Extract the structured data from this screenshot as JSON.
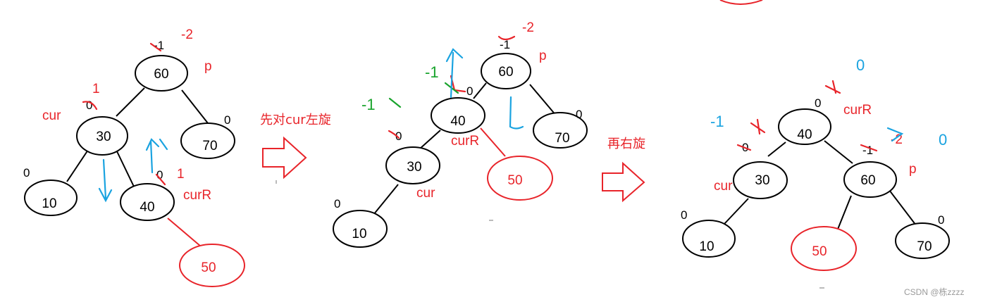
{
  "diagram1": {
    "nodes": {
      "n60": "60",
      "n30": "30",
      "n70": "70",
      "n10": "10",
      "n40": "40",
      "n50": "50"
    },
    "balance": {
      "n60": "-1",
      "n30": "0",
      "n70": "0",
      "n10": "0",
      "n40": "0"
    },
    "labels": {
      "cur": "cur",
      "curR": "curR",
      "p": "p"
    },
    "annotations": {
      "n60_new": "-2",
      "n30_new": "1",
      "n40_new": "1"
    }
  },
  "step1": {
    "text": "先对cur左旋"
  },
  "diagram2": {
    "nodes": {
      "n60": "60",
      "n40": "40",
      "n30": "30",
      "n10": "10",
      "n70": "70",
      "n50": "50"
    },
    "balance": {
      "n60": "-1",
      "n40": "0",
      "n30": "0",
      "n10": "0",
      "n70": "0"
    },
    "labels": {
      "cur": "cur",
      "curR": "curR",
      "p": "p"
    },
    "annotations": {
      "n60_new": "-2",
      "n40_new": "-1",
      "n30_scribble": "-1"
    }
  },
  "step2": {
    "text": "再右旋"
  },
  "diagram3": {
    "nodes": {
      "n40": "40",
      "n30": "30",
      "n60": "60",
      "n10": "10",
      "n50": "50",
      "n70": "70"
    },
    "balance": {
      "n40": "0",
      "n30": "0",
      "n60": "-1",
      "n10": "0",
      "n70": "0"
    },
    "labels": {
      "cur": "cur",
      "curR": "curR",
      "p": "p"
    },
    "annotations": {
      "n40_new": "0",
      "n30_new": "-1",
      "n60_new": "0",
      "n60_mid": "-2"
    }
  },
  "watermark": {
    "text": "CSDN @栋zzzz"
  },
  "colors": {
    "accent": "#e8242a",
    "blue": "#1aa3e0",
    "green": "#18a32c"
  }
}
